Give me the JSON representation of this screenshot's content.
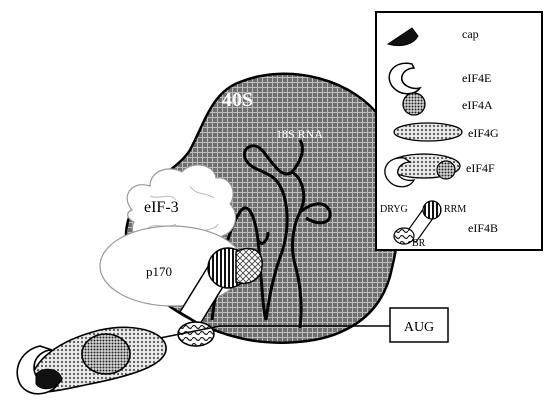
{
  "diagram": {
    "ribosome_label": "40S",
    "rrna_label": "18S RNA",
    "eif3_label": "eIF-3",
    "p170_label": "p170",
    "aug_label": "AUG",
    "drvg_label": "DRYG",
    "rrm_label": "RRM",
    "br_label": "BR"
  },
  "legend": {
    "items": [
      {
        "icon": "cap-icon",
        "label": "cap"
      },
      {
        "icon": "eif4e-icon",
        "label": "eIF4E"
      },
      {
        "icon": "eif4a-icon",
        "label": "eIF4A"
      },
      {
        "icon": "eif4g-icon",
        "label": "eIF4G"
      },
      {
        "icon": "eif4f-icon",
        "label": "eIF4F"
      },
      {
        "icon": "eif4b-icon",
        "label": "eIF4B"
      }
    ]
  },
  "colors": {
    "ribosome_fill": "#7a7a7a",
    "line": "#000000",
    "background": "#ffffff"
  }
}
